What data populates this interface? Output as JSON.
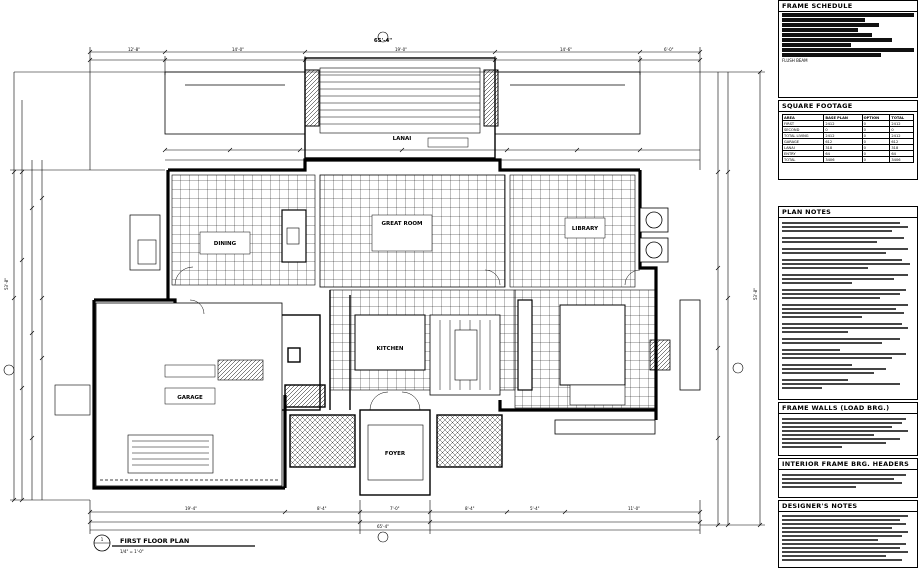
{
  "drawing": {
    "title": "FIRST FLOOR PLAN",
    "scale": "1/4\" = 1'-0\"",
    "view_number": "1",
    "rooms": {
      "great_room": "GREAT ROOM",
      "lanai": "LANAI",
      "library": "LIBRARY",
      "dining": "DINING",
      "garage": "GARAGE",
      "foyer": "FOYER",
      "kitchen": "KITCHEN"
    },
    "dimensions": {
      "top_overall": "65'-4\"",
      "bottom_overall": "65'-4\"",
      "left_overall": "53'-8\"",
      "right_overall": "53'-8\""
    }
  },
  "sidebar": {
    "frame_schedule": {
      "title": "FRAME SCHEDULE",
      "note": "FLUSH BEAM"
    },
    "square_footage": {
      "title": "SQUARE FOOTAGE",
      "columns": [
        "AREA",
        "BASE PLAN",
        "OPTION",
        "TOTAL"
      ],
      "rows": [
        [
          "FIRST",
          "2412",
          "0",
          "2412"
        ],
        [
          "SECOND",
          "0",
          "0",
          "0"
        ],
        [
          "TOTAL LIVING",
          "2412",
          "0",
          "2412"
        ],
        [
          "GARAGE",
          "612",
          "0",
          "612"
        ],
        [
          "LANAI",
          "318",
          "0",
          "318"
        ],
        [
          "ENTRY",
          "64",
          "0",
          "64"
        ],
        [
          "TOTAL",
          "3406",
          "0",
          "3406"
        ]
      ]
    },
    "plan_notes": {
      "title": "PLAN NOTES"
    },
    "frame_walls": {
      "title": "FRAME WALLS (LOAD BRG.)"
    },
    "interior_headers": {
      "title": "INTERIOR FRAME BRG. HEADERS"
    },
    "designer_notes": {
      "title": "DESIGNER'S NOTES"
    }
  }
}
